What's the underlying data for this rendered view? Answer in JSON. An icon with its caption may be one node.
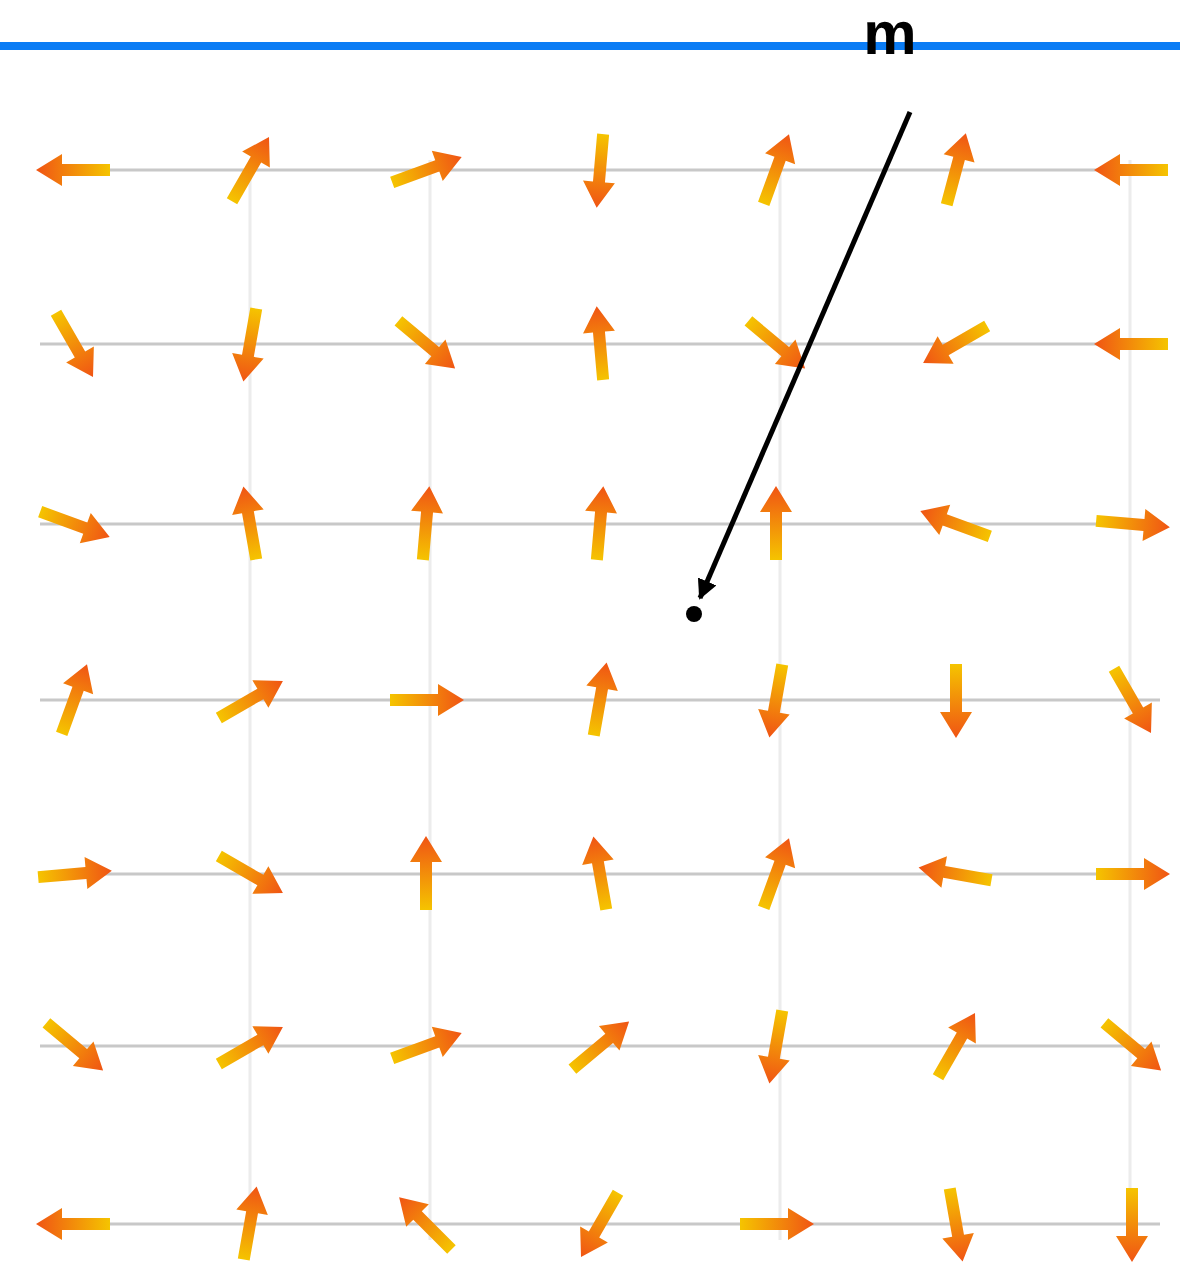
{
  "diagram": {
    "nodes": [
      {
        "text": [
          "m"
        ]
      },
      {
        "text": [],
        "shape": "circle"
      }
    ],
    "edges": [
      {
        "from": 0,
        "to": 1,
        "arrow": "to"
      }
    ]
  }
}
